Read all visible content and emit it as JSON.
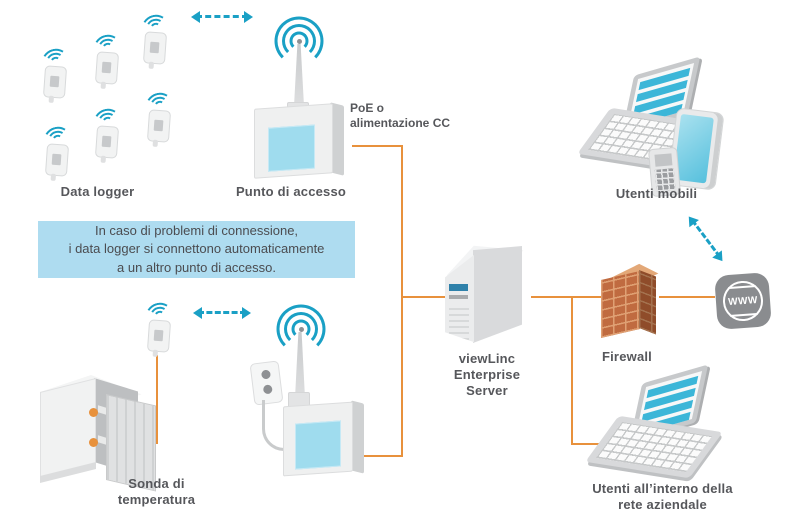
{
  "labels": {
    "data_logger": "Data logger",
    "access_point": "Punto di accesso",
    "poe": "PoE o\nalimentazione CC",
    "server": "viewLinc\nEnterprise\nServer",
    "firewall": "Firewall",
    "mobile_users": "Utenti mobili",
    "internal_users": "Utenti all’interno della\nrete aziendale",
    "temp_probe": "Sonda di\ntemperatura",
    "www_badge": "WWW"
  },
  "info_box": {
    "text": "In caso di problemi di connessione,\ni data logger si connettono automaticamente\na un altro punto di accesso."
  },
  "colors": {
    "line_orange": "#E8913C",
    "signal_teal": "#1AA0C5",
    "info_box_bg": "#AEDCF0",
    "text_gray": "#56575B",
    "screen_cyan": "#3CB6D8",
    "screen_cyan_light": "#9FDCEE",
    "brick_face": "#C06B40",
    "brick_mortar": "#DFA073",
    "brick_top": "#E3A878",
    "www_gray": "#8A8C8F",
    "device_body": "#EFF0F0",
    "device_side": "#CFD1D2"
  },
  "diagram": {
    "nodes": [
      {
        "id": "data-loggers",
        "label": "Data logger"
      },
      {
        "id": "access-point-top",
        "label": "Punto di accesso"
      },
      {
        "id": "access-point-bottom",
        "label": "Punto di accesso"
      },
      {
        "id": "temperature-chamber",
        "label": "Sonda di temperatura"
      },
      {
        "id": "viewlinc-server",
        "label": "viewLinc Enterprise Server"
      },
      {
        "id": "firewall",
        "label": "Firewall"
      },
      {
        "id": "internet",
        "label": "WWW"
      },
      {
        "id": "mobile-users",
        "label": "Utenti mobili"
      },
      {
        "id": "internal-users",
        "label": "Utenti all’interno della rete aziendale"
      }
    ],
    "connections": [
      {
        "from": "data-loggers",
        "to": "access-point-top",
        "type": "wireless-dashed"
      },
      {
        "from": "temperature-chamber",
        "to": "access-point-bottom",
        "type": "wireless-dashed"
      },
      {
        "from": "access-point-top",
        "to": "viewlinc-server",
        "type": "wired",
        "note": "PoE o alimentazione CC"
      },
      {
        "from": "access-point-bottom",
        "to": "viewlinc-server",
        "type": "wired"
      },
      {
        "from": "viewlinc-server",
        "to": "firewall",
        "type": "wired"
      },
      {
        "from": "firewall",
        "to": "internet",
        "type": "wired"
      },
      {
        "from": "viewlinc-server",
        "to": "internal-users",
        "type": "wired"
      },
      {
        "from": "internet",
        "to": "mobile-users",
        "type": "wireless-dashed"
      }
    ]
  }
}
